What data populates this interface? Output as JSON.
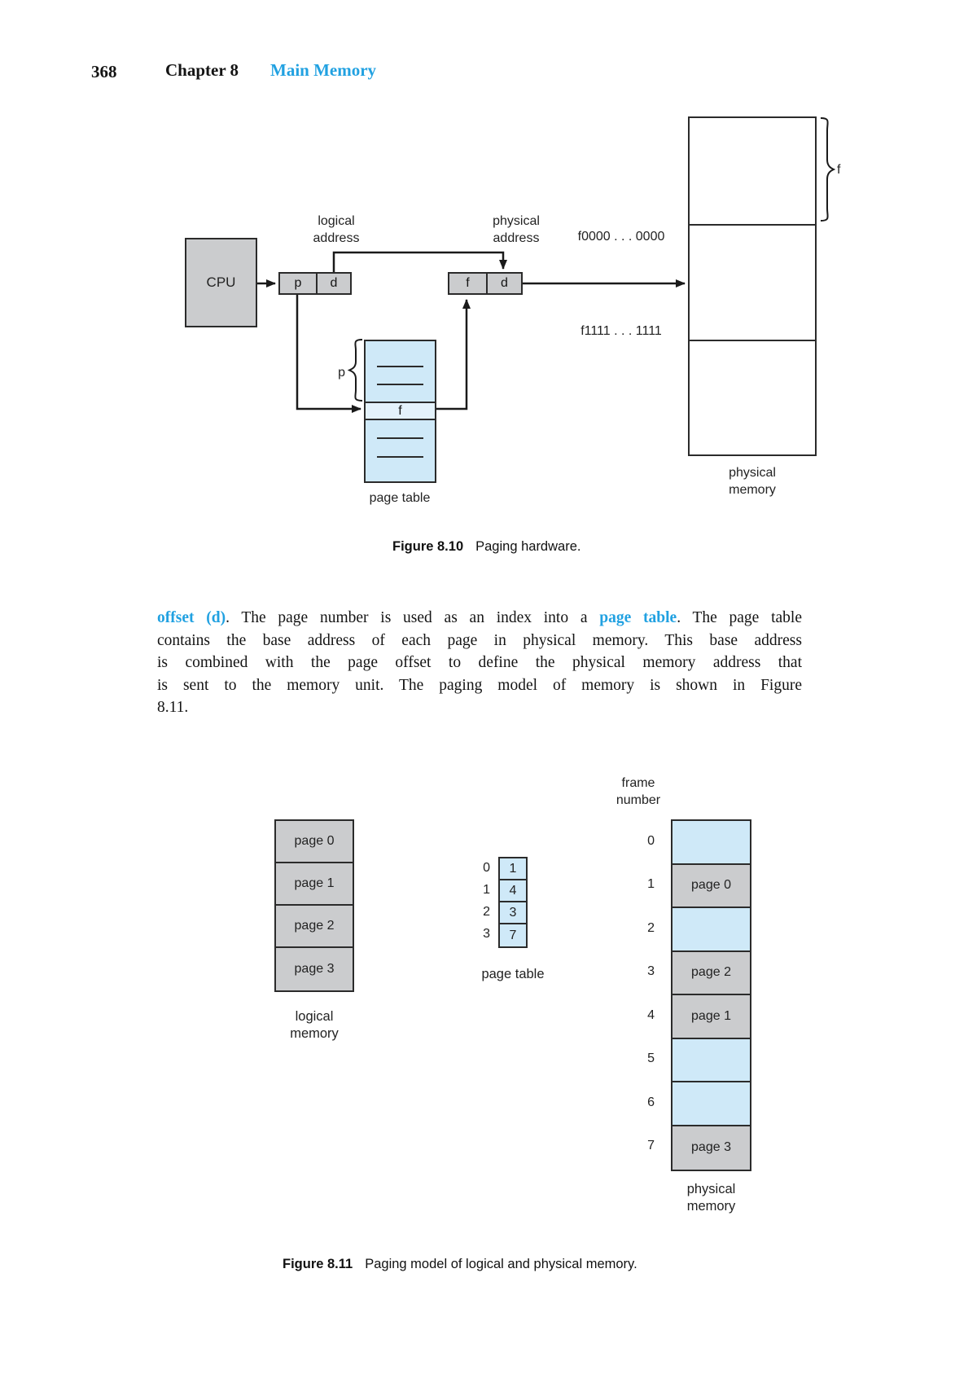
{
  "colors": {
    "accent_blue": "#21a1e1",
    "box_gray": "#cbccce",
    "box_blue": "#cfe9f8",
    "highlight_row_blue": "#e4f2fb",
    "border_dark": "#2b2b2b"
  },
  "header": {
    "page_number": "368",
    "chapter": "Chapter 8",
    "title": "Main Memory"
  },
  "figure10": {
    "cpu_label": "CPU",
    "logical_address_label": [
      "logical",
      "address"
    ],
    "physical_address_label": [
      "physical",
      "address"
    ],
    "logical_register": {
      "p": "p",
      "d": "d"
    },
    "physical_register": {
      "f": "f",
      "d": "d"
    },
    "page_table_entry": "f",
    "brace_p_label": "p",
    "brace_f_label": "f",
    "mem_top_address": "f0000 . . . 0000",
    "mem_bottom_address": "f1111 . . . 1111",
    "page_table_label": "page table",
    "physical_memory_label": [
      "physical",
      "memory"
    ],
    "caption": {
      "label": "Figure 8.10",
      "text": "Paging hardware."
    }
  },
  "paragraph": {
    "lines": [
      {
        "justify": true,
        "segments": [
          {
            "text": "offset (d)",
            "style": "term"
          },
          {
            "text": ". The page number is used as an index into a ",
            "style": "plain"
          },
          {
            "text": "page table",
            "style": "term"
          },
          {
            "text": ". The page table",
            "style": "plain"
          }
        ]
      },
      {
        "justify": true,
        "segments": [
          {
            "text": "contains the base address of each page in physical memory. This base address",
            "style": "plain"
          }
        ]
      },
      {
        "justify": true,
        "segments": [
          {
            "text": "is combined with the page offset to define the physical memory address that",
            "style": "plain"
          }
        ]
      },
      {
        "justify": true,
        "segments": [
          {
            "text": "is sent to the memory unit. The paging model of memory is shown in Figure",
            "style": "plain"
          }
        ]
      },
      {
        "justify": false,
        "segments": [
          {
            "text": "8.11.",
            "style": "plain"
          }
        ]
      }
    ]
  },
  "figure11": {
    "frame_number_label": [
      "frame",
      "number"
    ],
    "logical_memory": {
      "cells": [
        "page 0",
        "page 1",
        "page 2",
        "page 3"
      ],
      "label": [
        "logical",
        "memory"
      ]
    },
    "page_table": {
      "rows": [
        {
          "index": "0",
          "value": "1"
        },
        {
          "index": "1",
          "value": "4"
        },
        {
          "index": "2",
          "value": "3"
        },
        {
          "index": "3",
          "value": "7"
        }
      ],
      "label": "page table"
    },
    "physical_memory": {
      "frames": [
        {
          "number": "0",
          "content": "",
          "type": "empty"
        },
        {
          "number": "1",
          "content": "page 0",
          "type": "filled"
        },
        {
          "number": "2",
          "content": "",
          "type": "empty"
        },
        {
          "number": "3",
          "content": "page 2",
          "type": "filled"
        },
        {
          "number": "4",
          "content": "page 1",
          "type": "filled"
        },
        {
          "number": "5",
          "content": "",
          "type": "empty"
        },
        {
          "number": "6",
          "content": "",
          "type": "empty"
        },
        {
          "number": "7",
          "content": "page 3",
          "type": "filled"
        }
      ],
      "label": [
        "physical",
        "memory"
      ]
    },
    "caption": {
      "label": "Figure 8.11",
      "text": "Paging model of logical and physical memory."
    }
  }
}
